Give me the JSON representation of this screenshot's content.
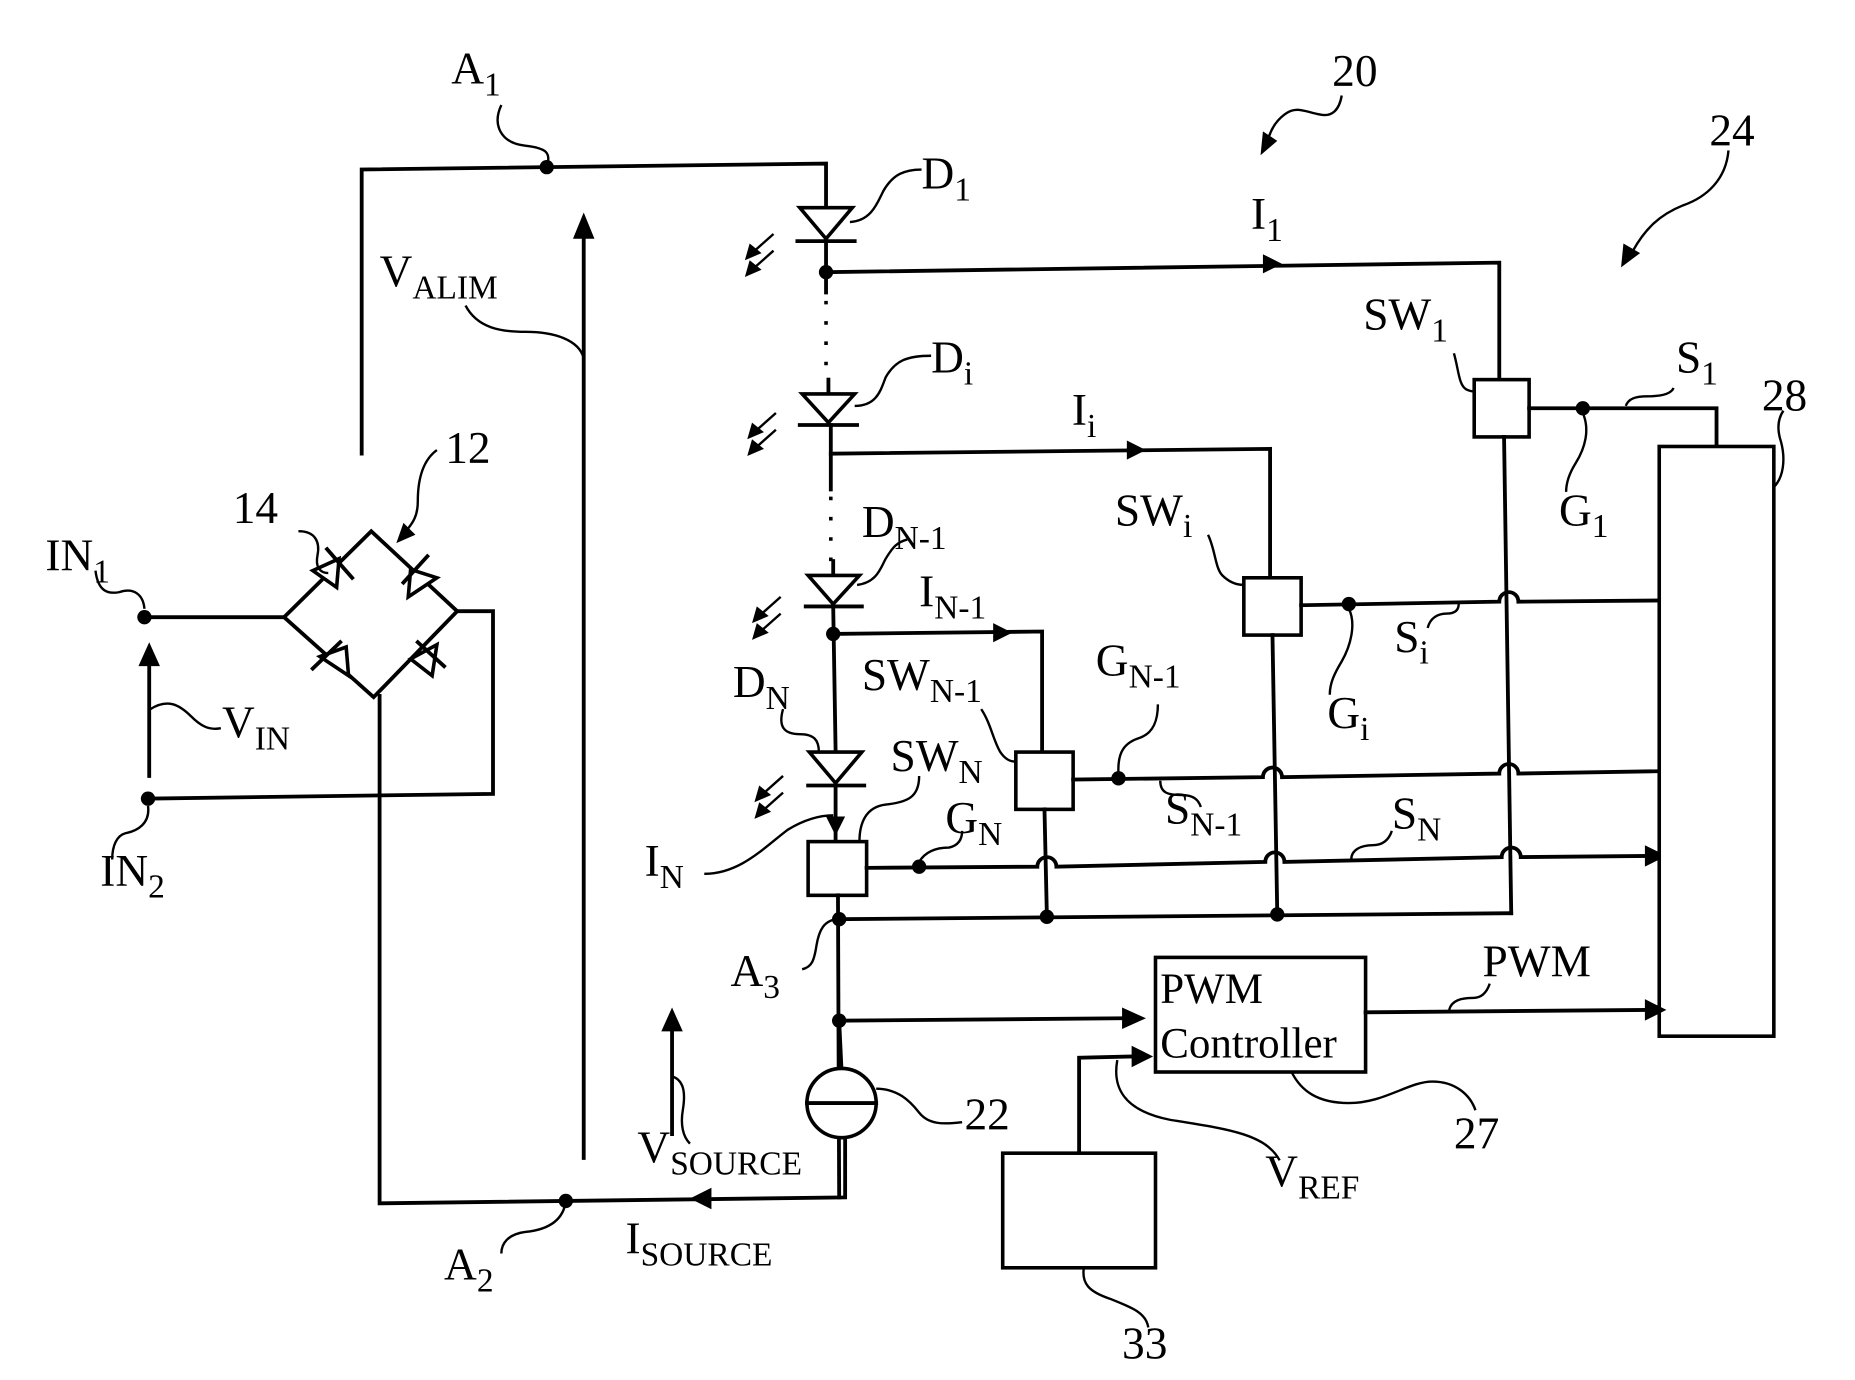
{
  "figure": {
    "reference_numerals": {
      "circuit": "20",
      "control_unit": "24",
      "rectifier_bridge": "12",
      "bridge_diode": "14",
      "current_source": "22",
      "pwm_controller": "27",
      "control_block": "28",
      "reference_block": "33"
    },
    "nodes": {
      "A1": {
        "main": "A",
        "sub": "1"
      },
      "A2": {
        "main": "A",
        "sub": "2"
      },
      "A3": {
        "main": "A",
        "sub": "3"
      },
      "IN1": {
        "main": "IN",
        "sub": "1"
      },
      "IN2": {
        "main": "IN",
        "sub": "2"
      }
    },
    "voltages": {
      "valim": {
        "main": "V",
        "sub": "ALIM"
      },
      "vin": {
        "main": "V",
        "sub": "IN"
      },
      "vsource": {
        "main": "V",
        "sub": "SOURCE"
      },
      "vref": {
        "main": "V",
        "sub": "REF"
      }
    },
    "currents": {
      "isource": {
        "main": "I",
        "sub": "SOURCE"
      },
      "i1": {
        "main": "I",
        "sub": "1"
      },
      "ii": {
        "main": "I",
        "sub": "i"
      },
      "in1": {
        "main": "I",
        "sub": "N-1"
      },
      "in": {
        "main": "I",
        "sub": "N"
      }
    },
    "leds": [
      {
        "main": "D",
        "sub": "1"
      },
      {
        "main": "D",
        "sub": "i"
      },
      {
        "main": "D",
        "sub": "N-1"
      },
      {
        "main": "D",
        "sub": "N"
      }
    ],
    "switches": [
      {
        "main": "SW",
        "sub": "1"
      },
      {
        "main": "SW",
        "sub": "i"
      },
      {
        "main": "SW",
        "sub": "N-1"
      },
      {
        "main": "SW",
        "sub": "N"
      }
    ],
    "gates": [
      {
        "main": "G",
        "sub": "1"
      },
      {
        "main": "G",
        "sub": "i"
      },
      {
        "main": "G",
        "sub": "N-1"
      },
      {
        "main": "G",
        "sub": "N"
      }
    ],
    "signals": [
      {
        "main": "S",
        "sub": "1"
      },
      {
        "main": "S",
        "sub": "i"
      },
      {
        "main": "S",
        "sub": "N-1"
      },
      {
        "main": "S",
        "sub": "N"
      }
    ],
    "pwm_box": {
      "line1": "PWM",
      "line2": "Controller"
    },
    "pwm_signal": "PWM"
  }
}
